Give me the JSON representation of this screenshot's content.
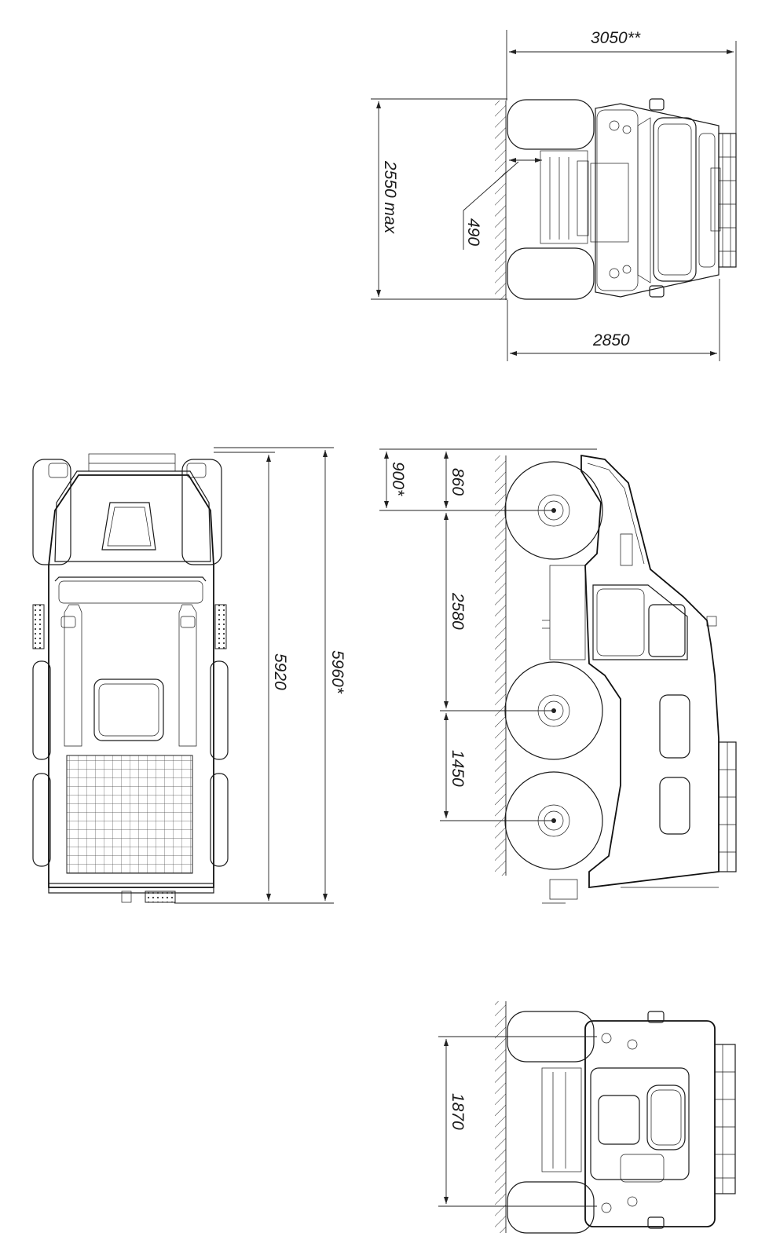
{
  "dimensions": {
    "front_width_outer": "3050**",
    "front_height": "2550 max",
    "front_clearance": "490",
    "front_width_track": "2850",
    "side_front_overhang_a": "900*",
    "side_front_overhang_b": "860",
    "side_wheelbase_1": "2580",
    "side_wheelbase_2": "1450",
    "top_length": "5920",
    "top_length_alt": "5960*",
    "rear_height": "1870"
  }
}
